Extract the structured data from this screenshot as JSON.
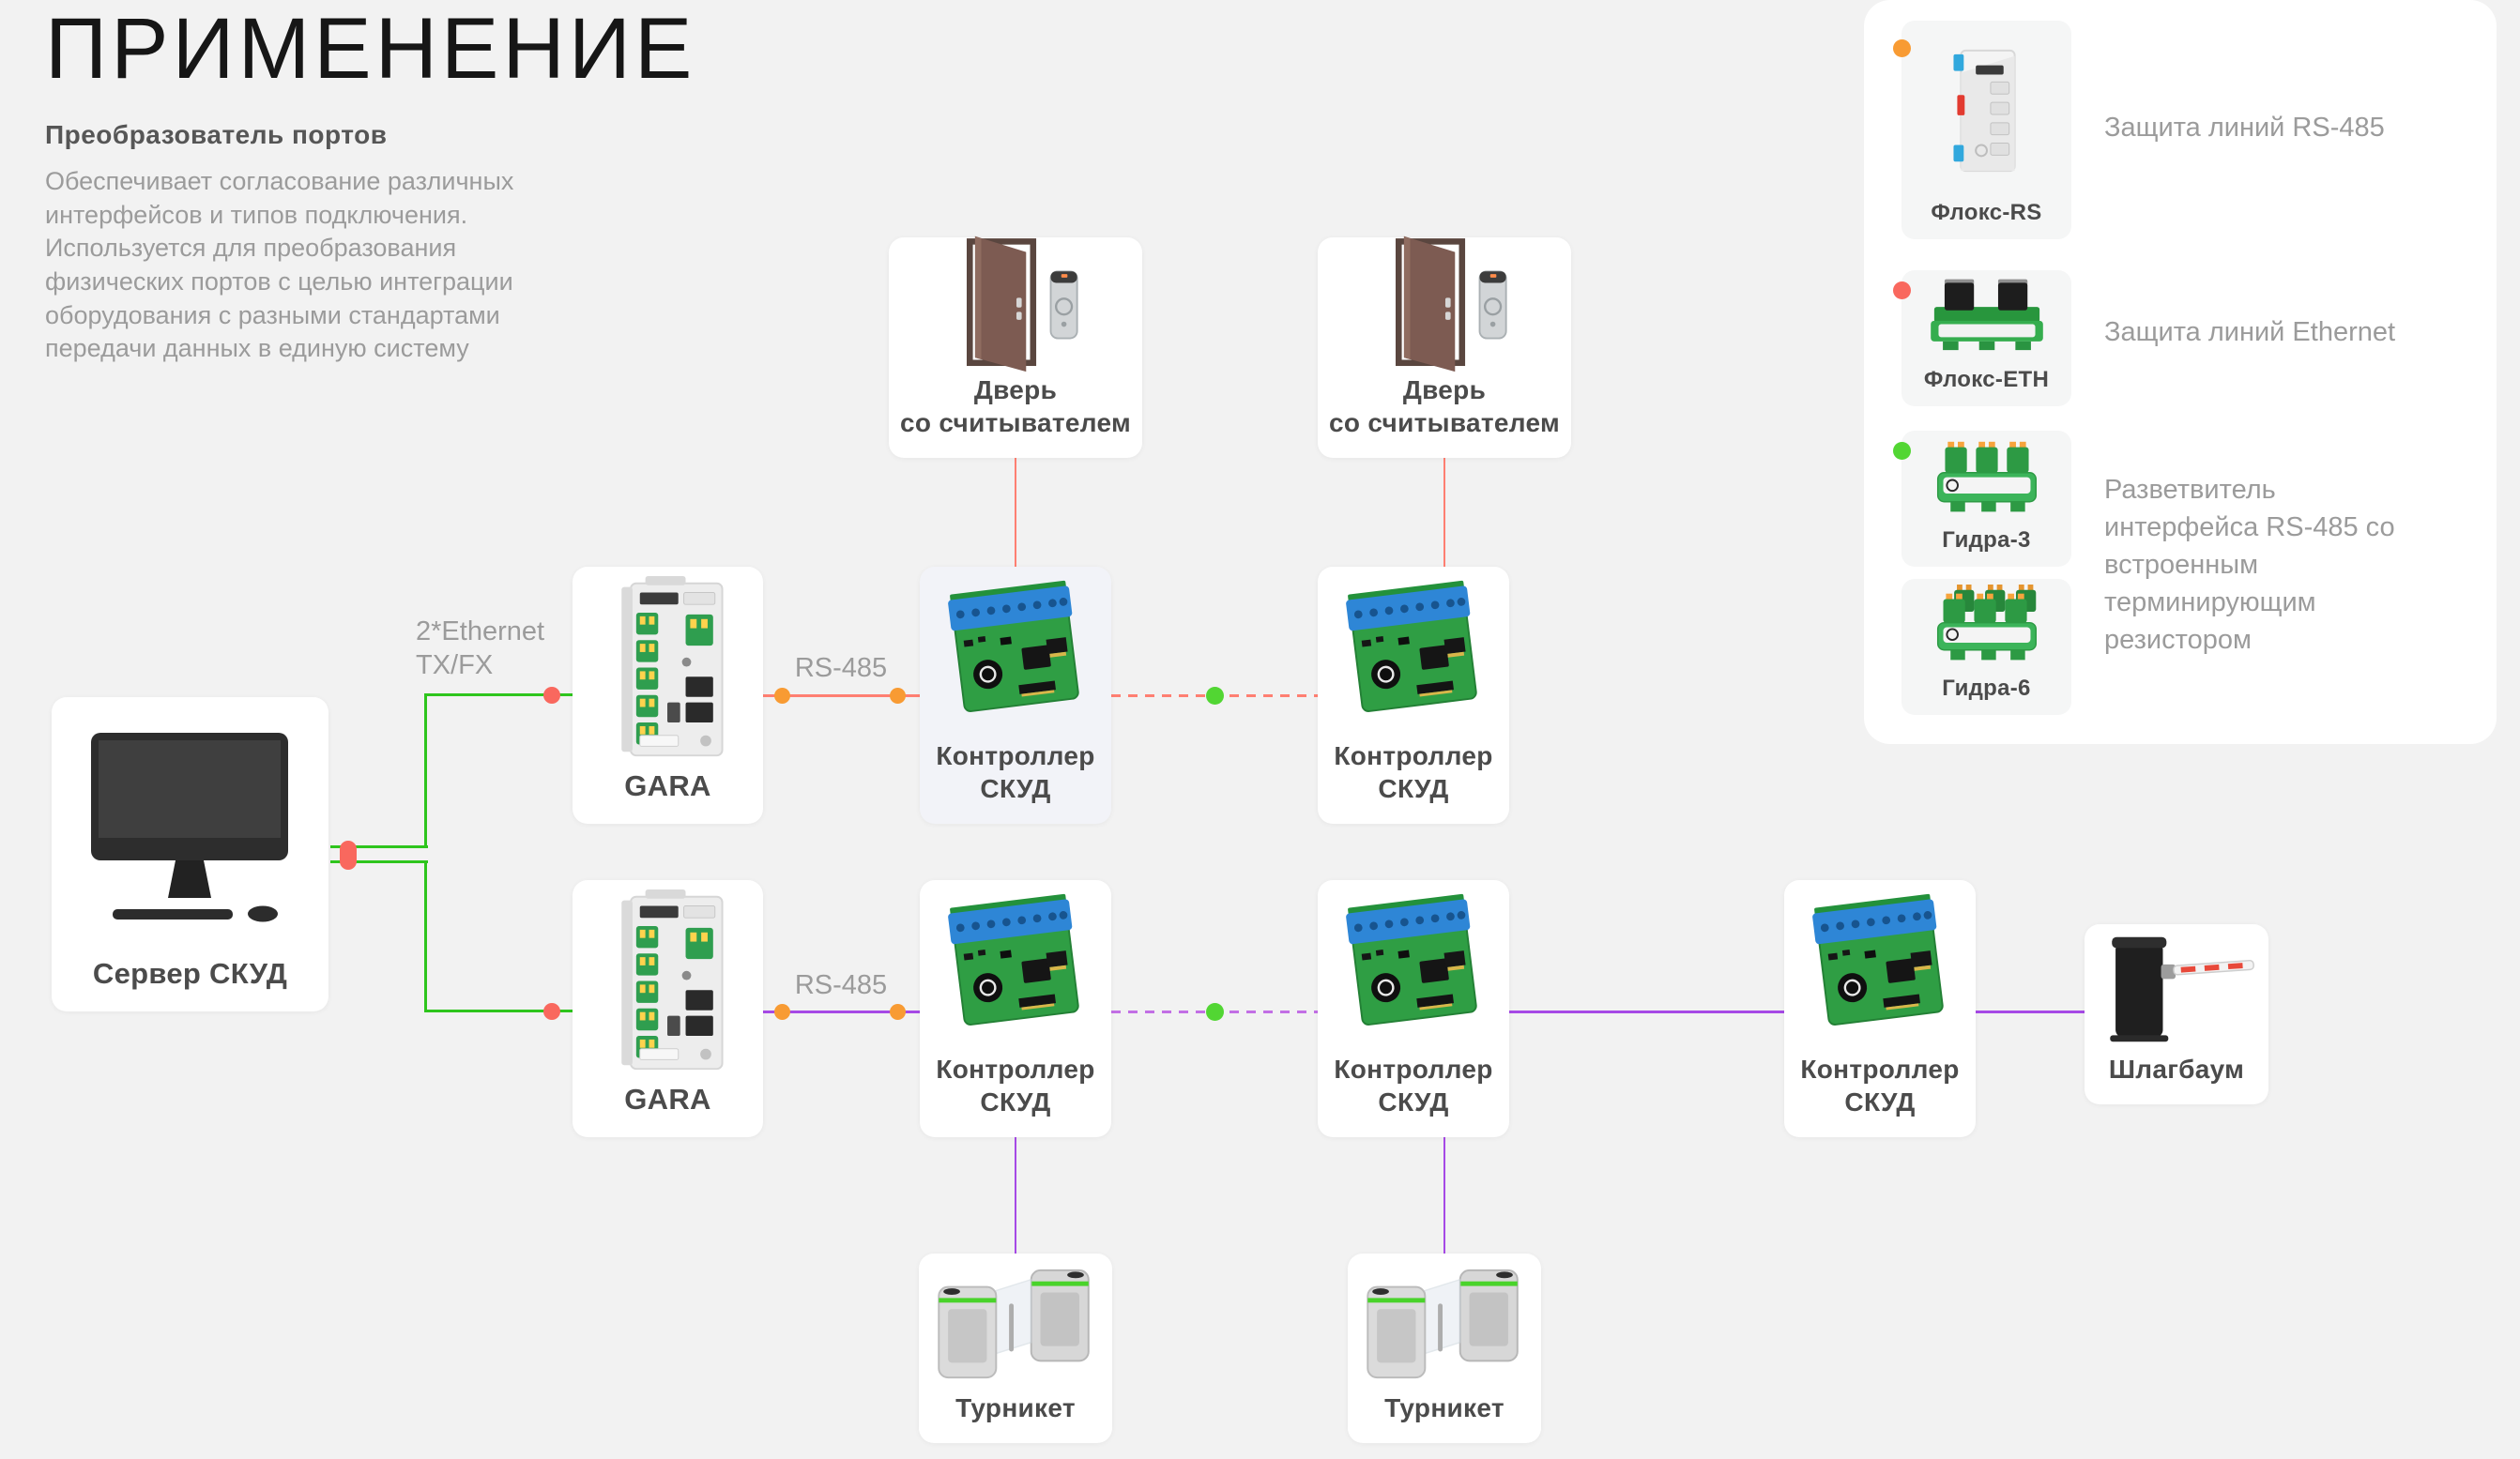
{
  "header": {
    "title": "ПРИМЕНЕНИЕ",
    "subtitle": "Преобразователь портов",
    "description": "Обеспечивает согласование различных интерфейсов и типов подключения. Используется для преобразования физических портов с целью интеграции оборудования с разными стандартами передачи данных в единую систему"
  },
  "diagram": {
    "labels": {
      "ethernet": "2*Ethernet\nTX/FX",
      "rs485": "RS-485"
    },
    "nodes": {
      "server": "Сервер СКУД",
      "gara": "GARA",
      "controller": "Контроллер\nСКУД",
      "door": "Дверь\nсо считывателем",
      "turnstile": "Турникет",
      "barrier": "Шлагбаум"
    }
  },
  "legend": {
    "items": [
      {
        "device": "Флокс-RS",
        "text": "Защита линий RS-485"
      },
      {
        "device": "Флокс-ETH",
        "text": "Защита линий Ethernet"
      },
      {
        "device_a": "Гидра-3",
        "device_b": "Гидра-6",
        "text": "Разветвитель интерфейса RS-485 со встроенным терминирующим резистором"
      }
    ]
  },
  "colors": {
    "ethernet": "#2EC51D",
    "rs485": "#FF7F72",
    "violet": "#A64AE6",
    "violet_dash": "#C26FE5",
    "dot_orange": "#F89B33",
    "dot_red": "#F9685E",
    "dot_green": "#52D633"
  }
}
